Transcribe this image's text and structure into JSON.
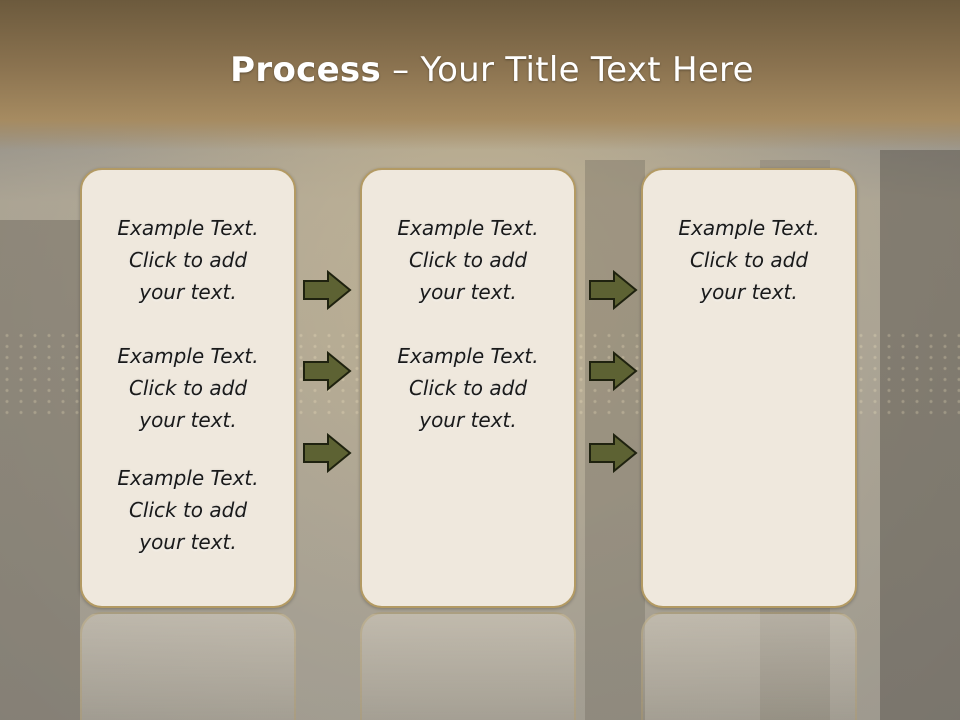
{
  "slide": {
    "title_strong": "Process",
    "title_rest": "– Your Title Text Here",
    "colors": {
      "header": "#8b7350",
      "card_fill": "#efe8dd",
      "card_border": "#b39a63",
      "arrow_fill": "#5d6233",
      "arrow_stroke": "#1f220f"
    },
    "columns": [
      {
        "blocks": [
          {
            "lines": [
              "Example Text.",
              "Click  to add",
              "your text."
            ]
          },
          {
            "lines": [
              "Example Text.",
              "Click  to add",
              "your text."
            ]
          },
          {
            "lines": [
              "Example Text.",
              "Click  to add",
              "your text."
            ]
          }
        ]
      },
      {
        "blocks": [
          {
            "lines": [
              "Example Text.",
              "Click  to add",
              "your text."
            ]
          },
          {
            "lines": [
              "Example Text.",
              "Click  to add",
              "your text."
            ]
          }
        ]
      },
      {
        "blocks": [
          {
            "lines": [
              "Example Text.",
              "Click  to add",
              "your text."
            ]
          }
        ]
      }
    ],
    "arrows": {
      "group_1": [
        "right-arrow-icon",
        "right-arrow-icon",
        "right-arrow-icon"
      ],
      "group_2": [
        "right-arrow-icon",
        "right-arrow-icon",
        "right-arrow-icon"
      ]
    }
  }
}
